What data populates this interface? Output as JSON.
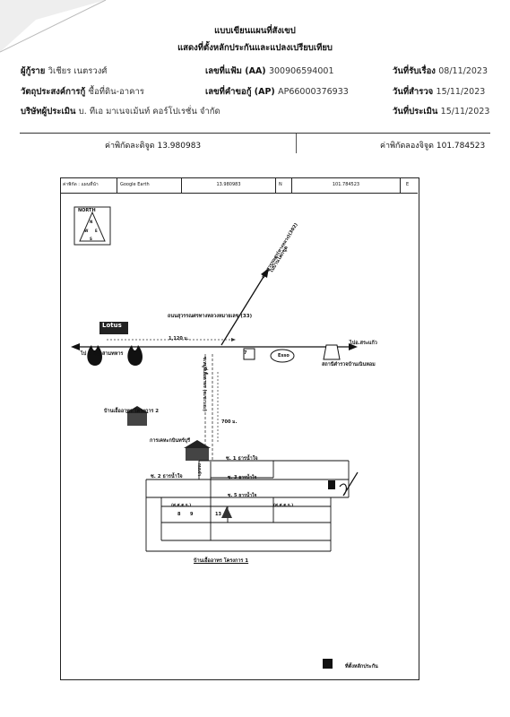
{
  "header": {
    "title1": "แบบเขียนแผนที่สังเขป",
    "title2": "แสดงที่ตั้งหลักประกันและแปลงเปรียบเทียบ"
  },
  "info": {
    "borrower_label": "ผู้กู้ราย",
    "borrower_value": "วิเชียร เนตรวงศ์",
    "purpose_label": "วัตถุประสงค์การกู้",
    "purpose_value": "ซื้อที่ดิน-อาคาร",
    "appraiser_label": "บริษัทผู้ประเมิน",
    "appraiser_value": "บ. ทีเอ มาเนจเม้นท์ คอร์โปเรชั่น จำกัด",
    "file_label": "เลขที่แฟ้ม (AA)",
    "file_value": "300906594001",
    "request_label": "เลขที่คำขอกู้ (AP)",
    "request_value": "AP66000376933",
    "receive_label": "วันที่รับเรื่อง",
    "receive_value": "08/11/2023",
    "survey_label": "วันที่สำรวจ",
    "survey_value": "15/11/2023",
    "appraise_label": "วันที่ประเมิน",
    "appraise_value": "15/11/2023"
  },
  "coords": {
    "lat": "ค่าพิกัดละติจูด 13.980983",
    "lon": "ค่าพิกัดลองจิจูด 101.784523"
  },
  "map": {
    "header_cells": [
      "ค่าพิกัด : แผนที่นำ",
      "Google Earth",
      "13.980983",
      "N",
      "101.784523",
      "E"
    ],
    "north_label": "NORTH",
    "compass": [
      "N",
      "W",
      "E",
      "S"
    ],
    "road_main": "ถนนสุวรรณศรทางหลวงหมายเลข (33)",
    "road_to_prachin": "ไปบ้านโคกขุด",
    "road_highway": "ถนนสุวรรณศร(ทางหลวง)(302)",
    "to_sabai": "ไปอ.สระแก้ว",
    "to_right_of": "ไป 4 แยกสามทหาร",
    "distance_1": "1,120 ม.",
    "distance_2": "700 ม.",
    "lotus": "Lotus",
    "esso": "Esso",
    "seven": "7",
    "police": "สถานีตำรวจบ้านเนินหอม",
    "project2": "บ้านเอื้ออาทร โครงการ 2",
    "school": "การเคหะกบินทร์บุรี",
    "soi_road": "ซ.หมู่ที่เอื้ออาทร (ต.ช.ว.อ.)",
    "soi1": "ซ. 1 ธารน้ำใจ",
    "soi2": "ซ. 2 ธารน้ำใจ",
    "soi3": "ซ. 3 ธารน้ำใจ",
    "soi5": "ซ. 5 ธารน้ำใจ",
    "road_small": "ถนนจำ",
    "marker_a": "(ศ.ศ.ต.จ.)",
    "marker_b": "(ศ.ศ.ต.จ.)",
    "num8": "8",
    "num9": "9",
    "num13": "13",
    "project1": "บ้านเอื้ออาทร โครงการ 1",
    "legend": "ที่ตั้งหลักประกัน"
  }
}
